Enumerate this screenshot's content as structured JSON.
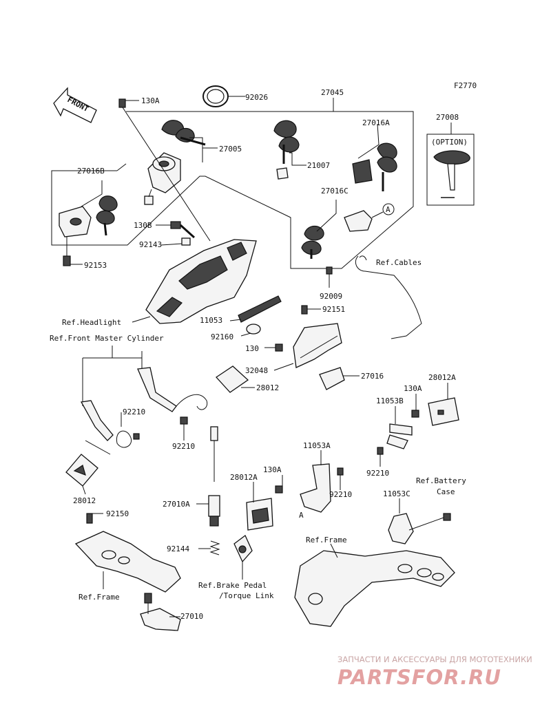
{
  "diagram_code": "F2770",
  "front_label": "FRONT",
  "option_label": "(OPTION)",
  "circle_marker": "A",
  "frame_marker": "A",
  "parts": {
    "p130A_top": "130A",
    "p92026": "92026",
    "p27045": "27045",
    "p27005": "27005",
    "p21007": "21007",
    "p27016A": "27016A",
    "p27008": "27008",
    "p27016B": "27016B",
    "p27016C": "27016C",
    "p130B": "130B",
    "p92143": "92143",
    "p92153": "92153",
    "p92009": "92009",
    "p92151": "92151",
    "p11053": "11053",
    "p92160": "92160",
    "p130": "130",
    "p32048": "32048",
    "p27016": "27016",
    "p28012": "28012",
    "p28012A_r": "28012A",
    "p130A_r": "130A",
    "p11053B": "11053B",
    "p92210_l": "92210",
    "p92210_c": "92210",
    "p92210_r": "92210",
    "p92210_m": "92210",
    "p11053A": "11053A",
    "p130A_m": "130A",
    "p28012A_m": "28012A",
    "p28012_l": "28012",
    "p92150": "92150",
    "p27010A": "27010A",
    "p92144": "92144",
    "p11053C": "11053C",
    "p27010": "27010"
  },
  "refs": {
    "headlight": "Ref.Headlight",
    "front_master": "Ref.Front Master Cylinder",
    "cables": "Ref.Cables",
    "battery_line1": "Ref.Battery",
    "battery_line2": "Case",
    "frame_right": "Ref.Frame",
    "brake_line1": "Ref.Brake Pedal",
    "brake_line2": "/Torque Link",
    "frame_left": "Ref.Frame"
  },
  "watermark": {
    "tagline": "ЗАПЧАСТИ И АКСЕССУАРЫ ДЛЯ МОТОТЕХНИКИ",
    "brand": "PARTSFOR.RU"
  }
}
